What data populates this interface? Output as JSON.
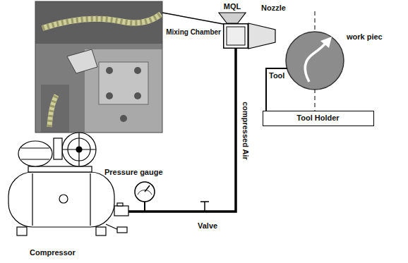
{
  "diagram": {
    "nodes": [
      {
        "text": [
          "MQL"
        ]
      },
      {
        "text": [
          "Mixing Chamber"
        ]
      },
      {
        "text": [
          "Nozzle"
        ]
      },
      {
        "text": [
          "work piec"
        ]
      },
      {
        "text": [
          "Tool"
        ]
      },
      {
        "text": [
          "Tool Holder"
        ]
      }
    ],
    "labels": [
      "compressed Air",
      "Pressure gauge",
      "Valve",
      "Compressor"
    ]
  }
}
